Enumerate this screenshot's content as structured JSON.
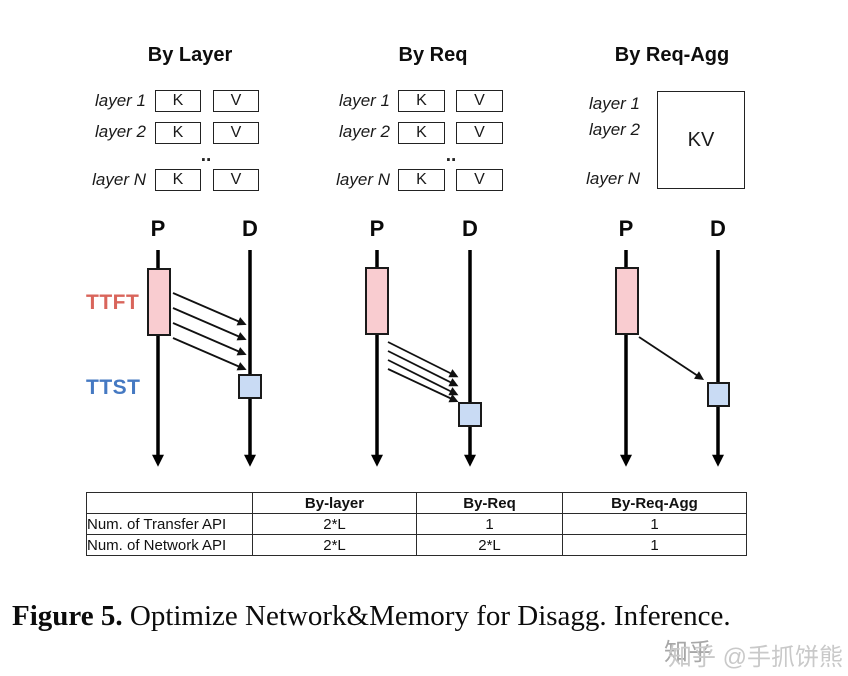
{
  "panels": [
    {
      "title": "By Layer",
      "layer_labels": [
        "layer 1",
        "layer 2",
        "layer N"
      ],
      "dots": "..",
      "cells": [
        "K",
        "V"
      ]
    },
    {
      "title": "By Req",
      "layer_labels": [
        "layer 1",
        "layer 2",
        "layer N"
      ],
      "dots": "..",
      "cells": [
        "K",
        "V"
      ]
    },
    {
      "title": "By Req-Agg",
      "layer_labels": [
        "layer 1",
        "layer 2",
        "layer N"
      ],
      "kv_label": "KV"
    }
  ],
  "timeline": {
    "p_label": "P",
    "d_label": "D",
    "ttft_label": "TTFT",
    "ttst_label": "TTST",
    "colors": {
      "ttft_text": "#d9655b",
      "ttst_text": "#4579c2",
      "prefill_fill": "#f9ccd0",
      "decode_fill": "#c9dbf4",
      "line": "#000000"
    }
  },
  "table": {
    "headers": [
      "",
      "By-layer",
      "By-Req",
      "By-Req-Agg"
    ],
    "rows": [
      {
        "label": "Num. of Transfer API",
        "values": [
          "2*L",
          "1",
          "1"
        ]
      },
      {
        "label": "Num. of Network API",
        "values": [
          "2*L",
          "2*L",
          "1"
        ]
      }
    ]
  },
  "caption": {
    "label": "Figure 5.",
    "text": "Optimize Network&Memory for Disagg. Inference."
  },
  "watermark": {
    "site": "知乎",
    "handle": "@手抓饼熊"
  }
}
